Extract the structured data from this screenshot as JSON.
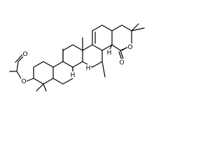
{
  "labels": {
    "o_carbonyl_acetate": "O",
    "o_ester_acetate": "O",
    "o_carbonyl_ester": "O",
    "o_ester_ring": "O",
    "h_1": "H",
    "h_2": "H",
    "h_3": "H"
  },
  "colors": {
    "bond": "#000000",
    "background": "#ffffff"
  }
}
